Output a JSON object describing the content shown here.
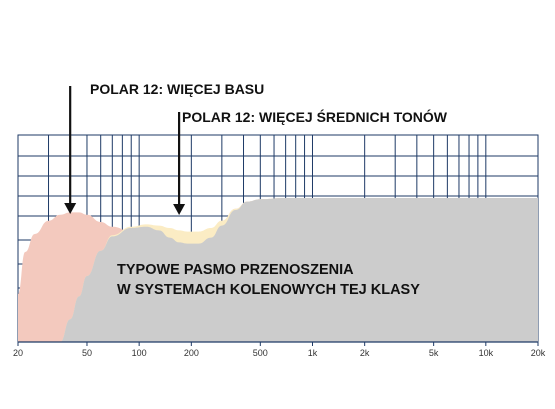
{
  "chart_data": {
    "type": "area",
    "x_scale": "log",
    "xlim": [
      20,
      20000
    ],
    "tick_values": [
      20,
      50,
      100,
      200,
      500,
      1000,
      2000,
      5000,
      10000,
      20000
    ],
    "tick_labels": [
      "20",
      "50",
      "100",
      "200",
      "500",
      "1k",
      "2k",
      "5k",
      "10k",
      "20k"
    ],
    "grid": true,
    "series": [
      {
        "x": [
          20,
          22,
          25,
          30,
          35,
          40,
          45,
          50,
          60,
          70,
          90,
          110,
          130,
          150,
          170,
          190,
          220,
          260,
          300,
          360,
          420,
          500,
          700,
          1000,
          20000
        ],
        "values": [
          40,
          75,
          90,
          101,
          106,
          108,
          108,
          106,
          100,
          96,
          92,
          90,
          89,
          89,
          89,
          89,
          90,
          94,
          101,
          111,
          117,
          119,
          120,
          120,
          120
        ],
        "color": "#f3c9be"
      },
      {
        "x": [
          20,
          22,
          25,
          30,
          35,
          40,
          45,
          50,
          60,
          70,
          90,
          110,
          130,
          150,
          170,
          190,
          220,
          260,
          300,
          360,
          420,
          500,
          700,
          1000,
          20000
        ],
        "values": [
          null,
          null,
          null,
          null,
          0,
          19,
          38,
          55,
          76,
          89,
          96,
          98,
          97,
          95,
          93,
          92,
          92,
          95,
          101,
          111,
          117,
          119,
          120,
          120,
          120
        ],
        "color": "#fbecc4"
      },
      {
        "x": [
          20,
          22,
          25,
          30,
          35,
          40,
          45,
          50,
          60,
          70,
          90,
          110,
          130,
          150,
          170,
          190,
          220,
          260,
          300,
          360,
          420,
          500,
          700,
          1000,
          20000
        ],
        "values": [
          null,
          null,
          null,
          null,
          0,
          19,
          38,
          55,
          76,
          88,
          95,
          96,
          93,
          87,
          83,
          82,
          82,
          87,
          97,
          110,
          117,
          119,
          120,
          120,
          120
        ],
        "color": "#cccccc"
      }
    ],
    "annotations": [
      {
        "text": "POLAR 12: WIĘCEJ BASU",
        "arrow_x": 40
      },
      {
        "text": "POLAR 12: WIĘCEJ ŚREDNICH TONÓW",
        "arrow_x": 170
      },
      {
        "text": "TYPOWE PASMO PRZENOSZENIA"
      },
      {
        "text": "W SYSTEMACH KOLENOWYCH TEJ KLASY"
      }
    ]
  }
}
